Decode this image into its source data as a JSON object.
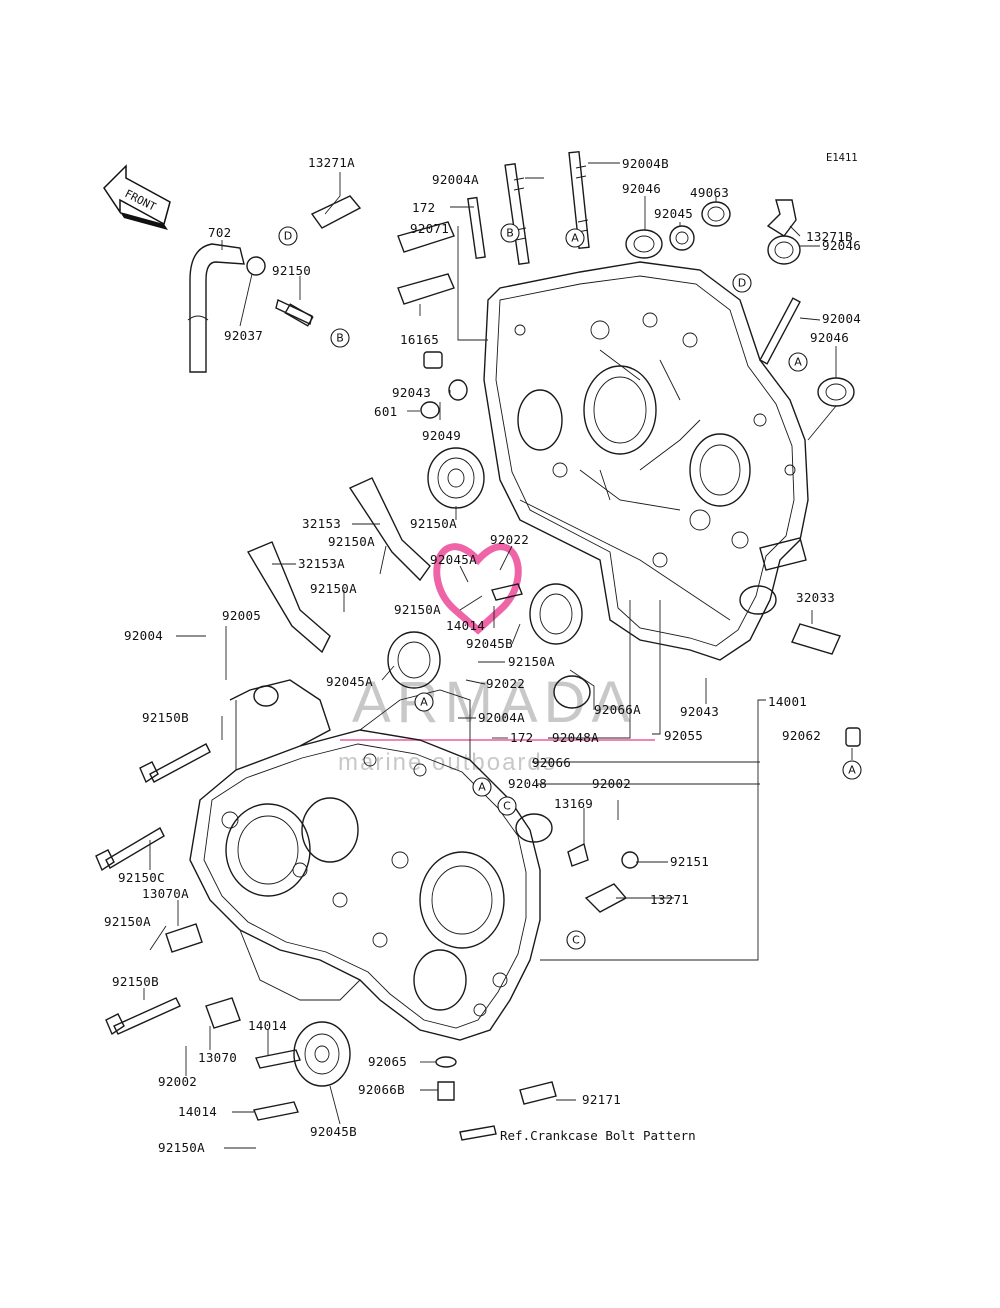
{
  "diagram": {
    "code": "E1411",
    "front_label": "FRONT",
    "reference_note": "Ref.Crankcase Bolt Pattern",
    "watermark": {
      "brand": "ARMADA",
      "tagline": "marine outboards",
      "color": "#e8308a"
    }
  },
  "callouts": [
    "A",
    "B",
    "C",
    "D"
  ],
  "labels": [
    "13271A",
    "702",
    "92150",
    "92037",
    "92004A",
    "92004B",
    "172",
    "92071",
    "16165",
    "92046",
    "49063",
    "92045",
    "13271B",
    "92046",
    "92004",
    "92046",
    "92043",
    "601",
    "92049",
    "32153",
    "92150A",
    "32153A",
    "92150A",
    "92022",
    "92150A",
    "92045A",
    "92150A",
    "14014",
    "92045B",
    "92150A",
    "92004",
    "92005",
    "92045A",
    "92022",
    "32033",
    "92150B",
    "92004A",
    "172",
    "92066A",
    "92043",
    "14001",
    "92048A",
    "92055",
    "92062",
    "92066",
    "92048",
    "92002",
    "13169",
    "92150C",
    "92151",
    "13070A",
    "13271",
    "92150A",
    "92150B",
    "14014",
    "13070",
    "92002",
    "92065",
    "92066B",
    "92171",
    "14014",
    "92045B",
    "92150A"
  ]
}
